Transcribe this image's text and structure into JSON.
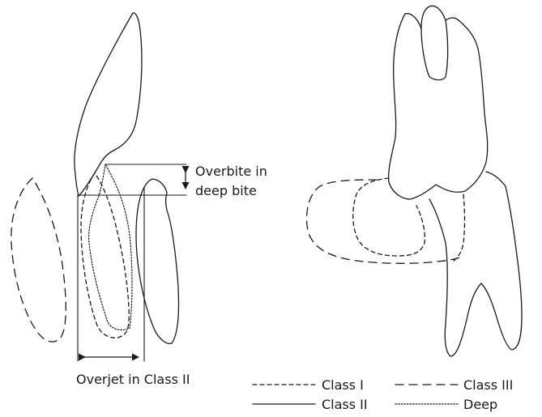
{
  "labels": {
    "overbite_line1": "Overbite in",
    "overbite_line2": "deep bite",
    "overjet": "Overjet in Class II"
  },
  "legend": [
    {
      "key": "class_i",
      "label": "Class I",
      "line_style": "short-dash"
    },
    {
      "key": "class_iii",
      "label": "Class III",
      "line_style": "long-dash"
    },
    {
      "key": "class_ii",
      "label": "Class II",
      "line_style": "solid"
    },
    {
      "key": "deep",
      "label": "Deep",
      "line_style": "dotted"
    }
  ],
  "colors": {
    "ink": "#1a1a1a",
    "background": "#ffffff"
  }
}
